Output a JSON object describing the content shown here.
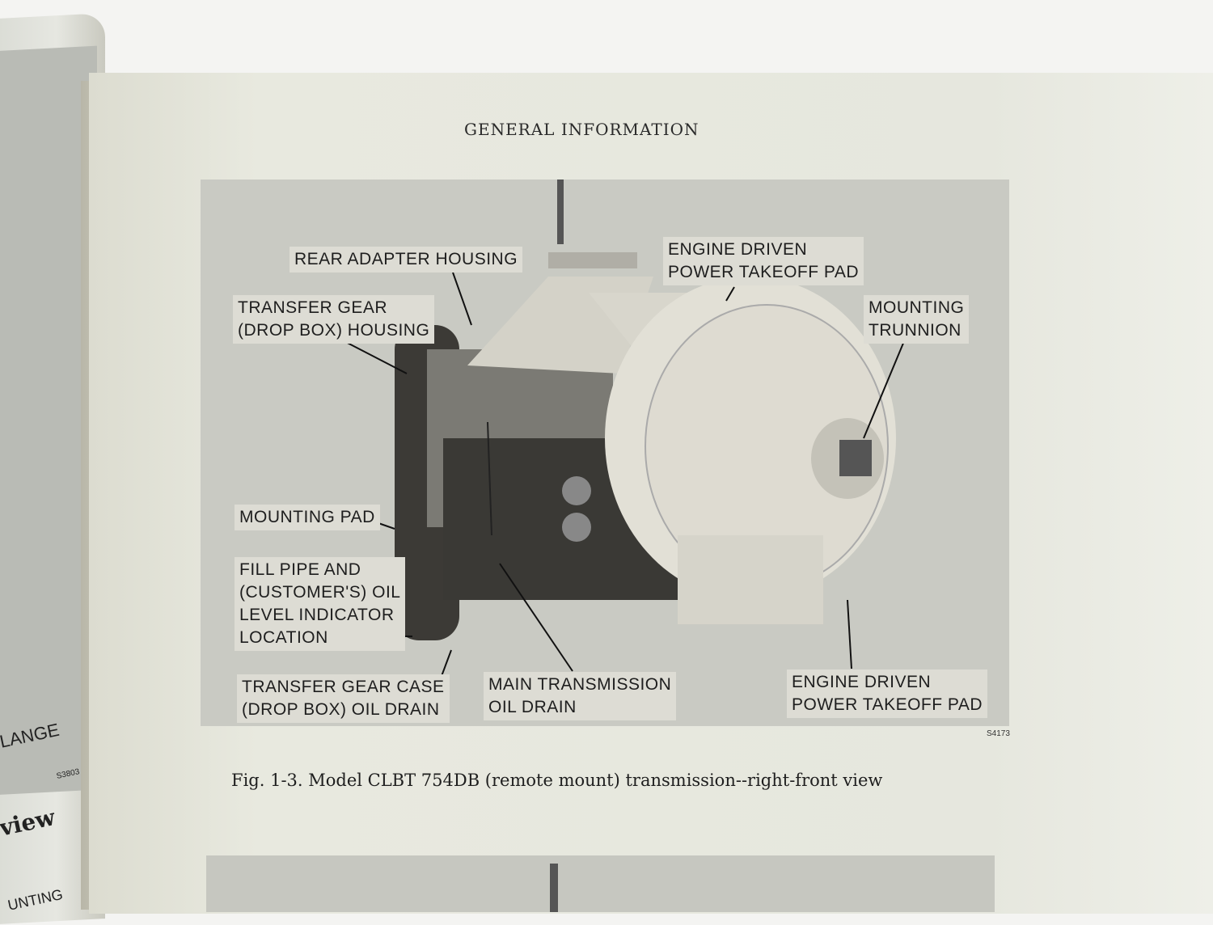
{
  "left_page": {
    "label_fragment": "LANGE",
    "figure_code": "S3803",
    "caption_fragment": "view",
    "label_fragment_2": "UNTING"
  },
  "header": "GENERAL INFORMATION",
  "figure": {
    "labels": {
      "rear_adapter_housing": "REAR ADAPTER HOUSING",
      "engine_pto_top_1": "ENGINE DRIVEN",
      "engine_pto_top_2": "POWER TAKEOFF PAD",
      "transfer_gear_housing_1": "TRANSFER GEAR",
      "transfer_gear_housing_2": "(DROP BOX) HOUSING",
      "mounting_trunnion_1": "MOUNTING",
      "mounting_trunnion_2": "TRUNNION",
      "mounting_pad": "MOUNTING PAD",
      "fill_pipe_1": "FILL PIPE AND",
      "fill_pipe_2": "(CUSTOMER'S) OIL",
      "fill_pipe_3": "LEVEL INDICATOR",
      "fill_pipe_4": "LOCATION",
      "transfer_drain_1": "TRANSFER GEAR CASE",
      "transfer_drain_2": "(DROP BOX) OIL DRAIN",
      "main_drain_1": "MAIN TRANSMISSION",
      "main_drain_2": "OIL DRAIN",
      "engine_pto_bottom_1": "ENGINE DRIVEN",
      "engine_pto_bottom_2": "POWER TAKEOFF PAD"
    },
    "code": "S4173",
    "caption": "Fig. 1-3.  Model CLBT 754DB (remote mount) transmission--right-front view"
  }
}
